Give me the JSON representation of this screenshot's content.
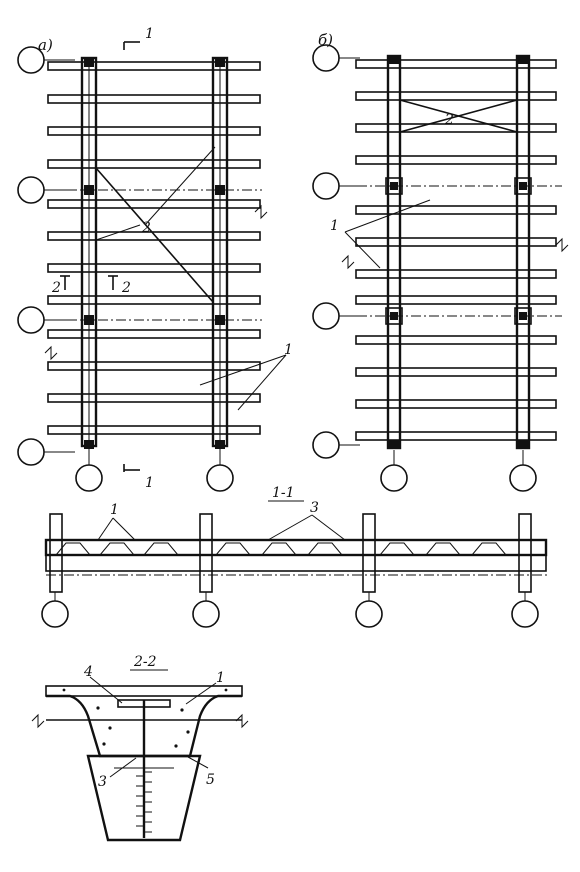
{
  "figure": {
    "label_a": "а)",
    "label_b": "б)",
    "section_1_marker": "1",
    "section_2_marker": "2",
    "section_1_title": "1-1",
    "section_2_title": "2-2",
    "callouts": {
      "one": "1",
      "two": "2",
      "three": "3",
      "four": "4",
      "five": "5"
    }
  }
}
